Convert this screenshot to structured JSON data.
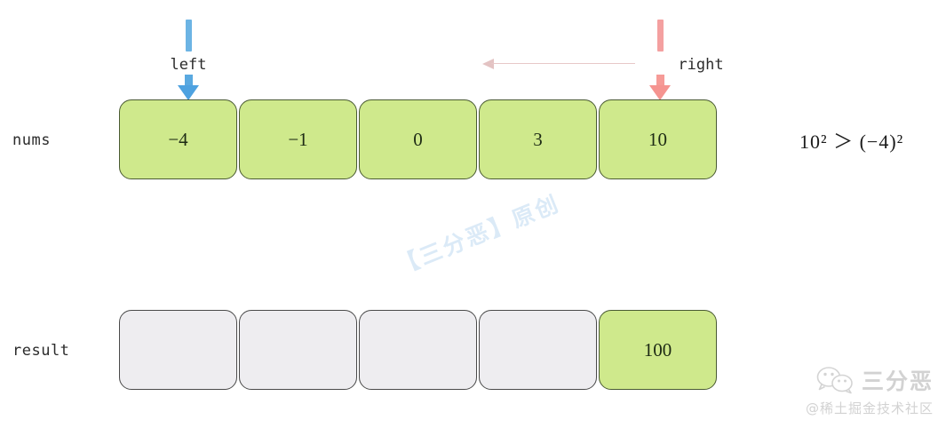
{
  "diagram": {
    "title_formula": "10² ＞ (−4)²",
    "rows": [
      {
        "label": "nums",
        "cells": [
          {
            "value": "−4",
            "state": "green"
          },
          {
            "value": "−1",
            "state": "green"
          },
          {
            "value": "0",
            "state": "green"
          },
          {
            "value": "3",
            "state": "green"
          },
          {
            "value": "10",
            "state": "green"
          }
        ]
      },
      {
        "label": "result",
        "cells": [
          {
            "value": "",
            "state": "empty"
          },
          {
            "value": "",
            "state": "empty"
          },
          {
            "value": "",
            "state": "empty"
          },
          {
            "value": "",
            "state": "empty"
          },
          {
            "value": "100",
            "state": "green"
          }
        ]
      }
    ],
    "pointers": [
      {
        "name": "left",
        "label": "left",
        "color": "#4ea2e0"
      },
      {
        "name": "right",
        "label": "right",
        "color": "#f59490"
      }
    ],
    "sweep_arrow": {
      "direction": "left",
      "color": "#e3c3c3"
    },
    "colors": {
      "cell_green": "#cfe98c",
      "cell_empty": "#eeedf0",
      "cell_border": "#3f3f3f",
      "pointer_blue": "#4ea2e0",
      "pointer_pink": "#f59490",
      "watermark": "#dbeaf7",
      "branding": "#d2d2d2"
    }
  },
  "watermark": {
    "text": "【三分恶】原创"
  },
  "branding": {
    "name": "三分恶",
    "subtitle": "@稀土掘金技术社区",
    "icon": "wechat-icon"
  }
}
